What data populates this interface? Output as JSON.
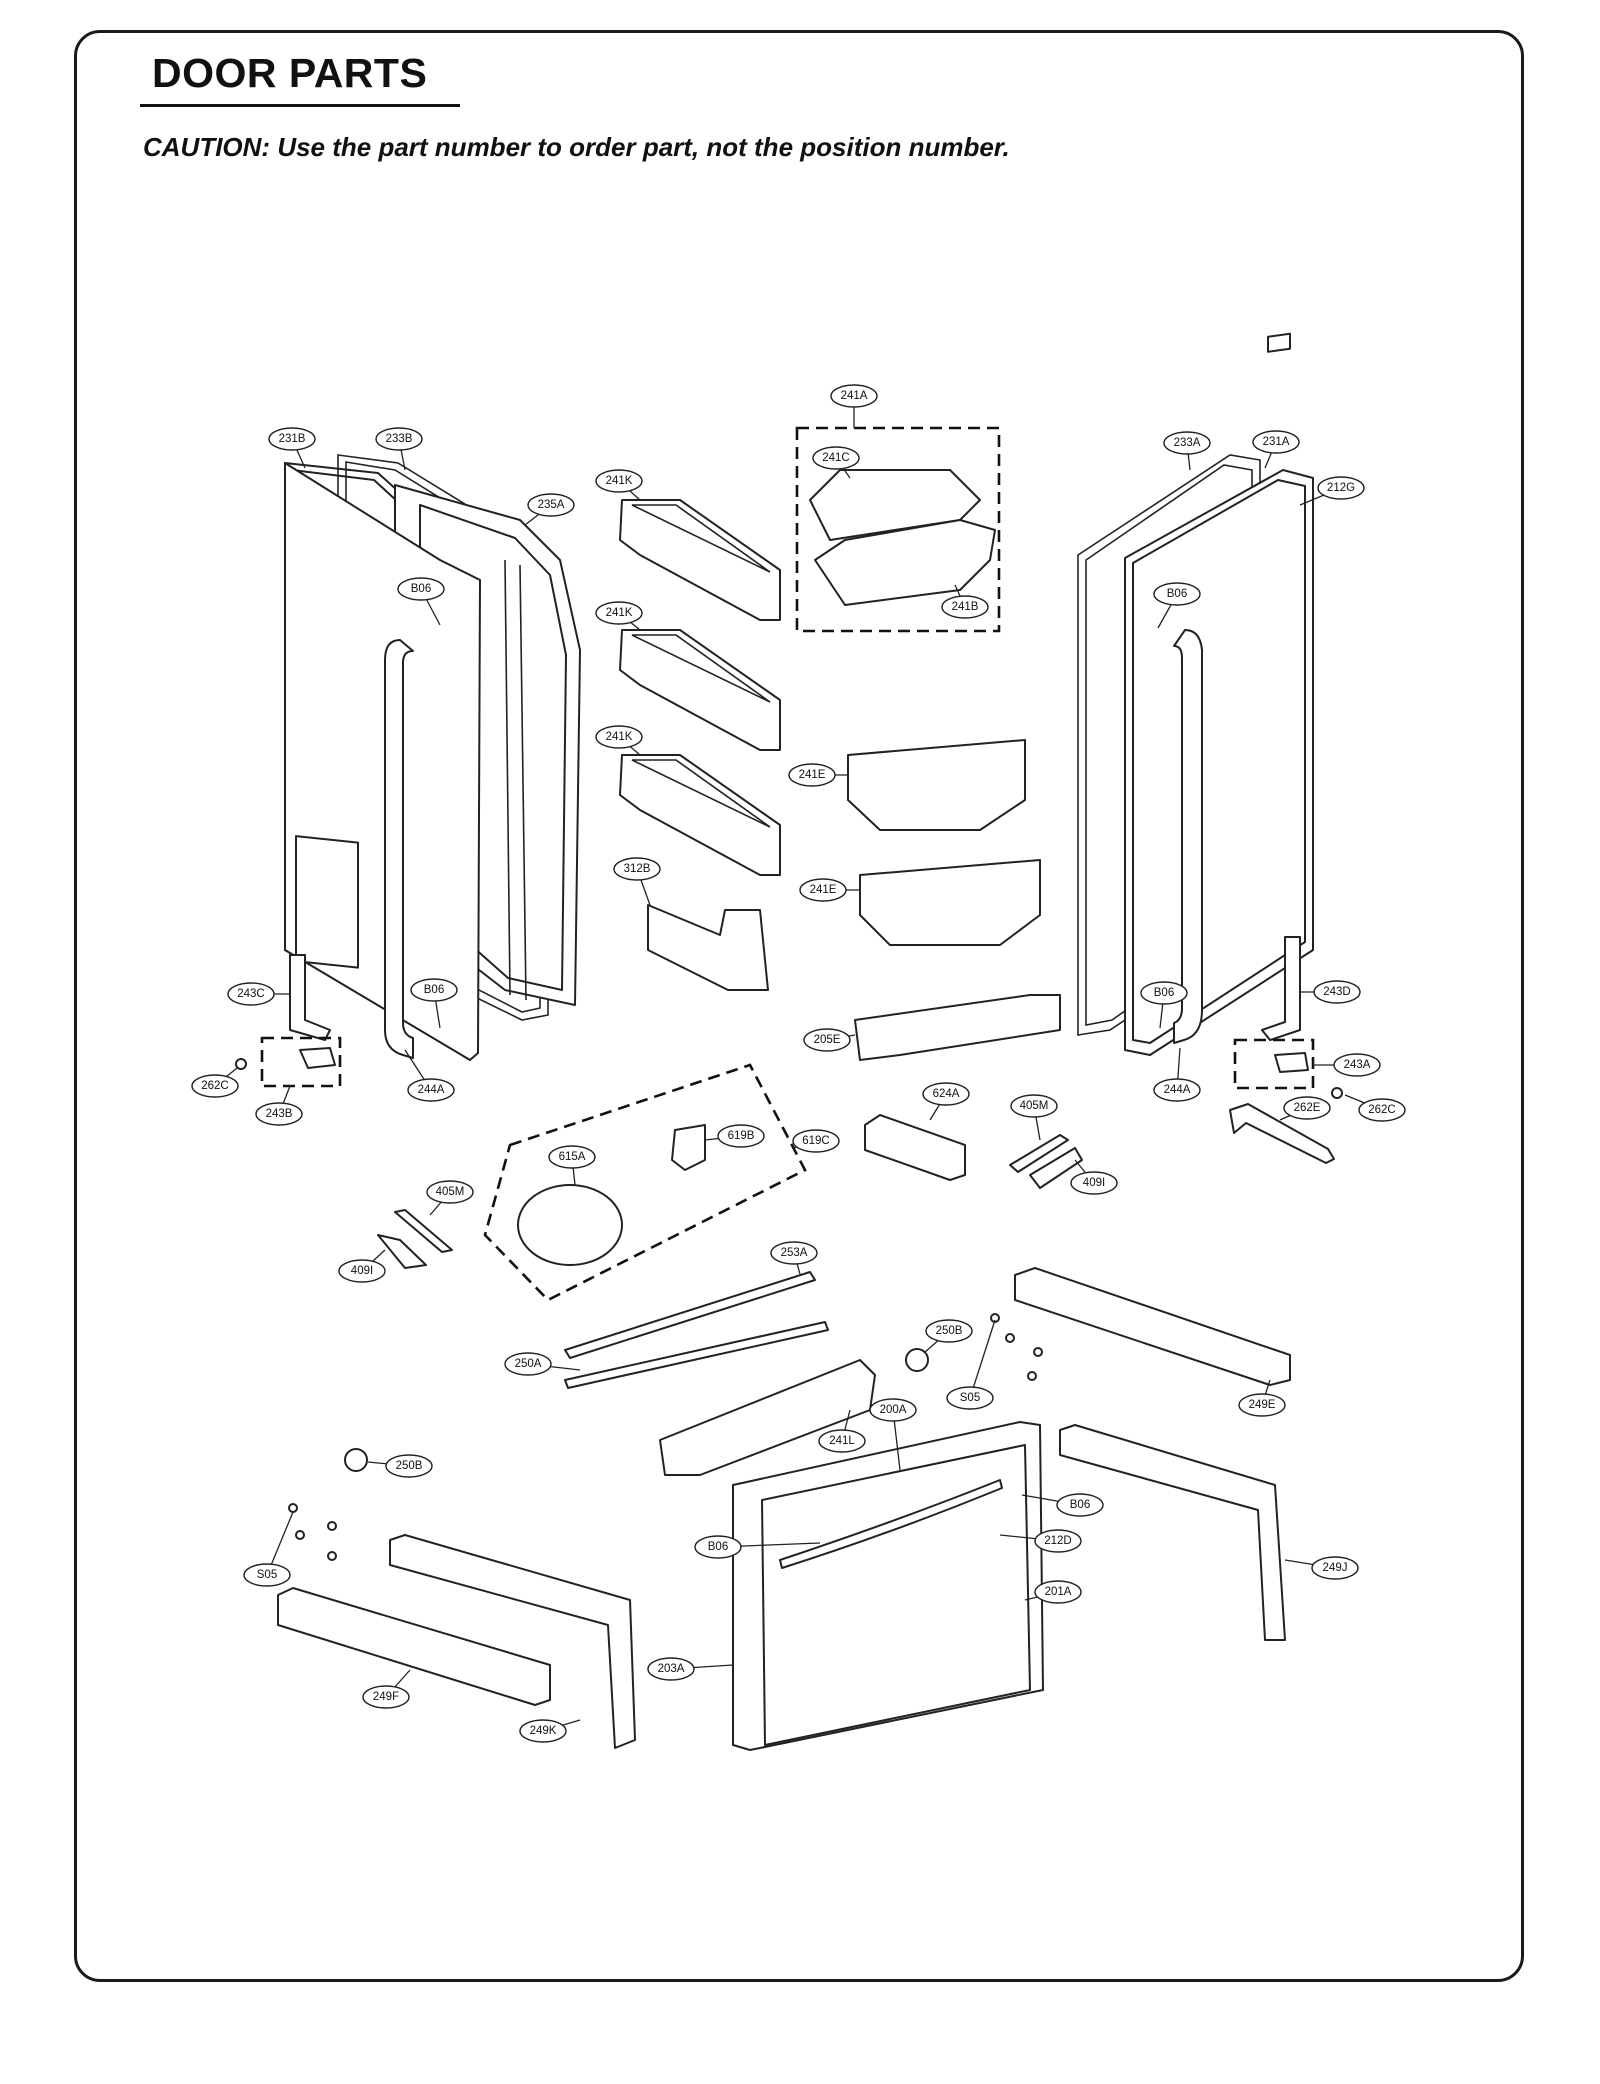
{
  "page": {
    "title": "DOOR PARTS",
    "caution": "CAUTION: Use the part number to order part, not the position number."
  },
  "callouts": [
    {
      "id": "c-241a",
      "label": "241A"
    },
    {
      "id": "c-241c",
      "label": "241C"
    },
    {
      "id": "c-241b",
      "label": "241B"
    },
    {
      "id": "c-231b",
      "label": "231B"
    },
    {
      "id": "c-233b",
      "label": "233B"
    },
    {
      "id": "c-235a",
      "label": "235A"
    },
    {
      "id": "c-241k-1",
      "label": "241K"
    },
    {
      "id": "c-241k-2",
      "label": "241K"
    },
    {
      "id": "c-241k-3",
      "label": "241K"
    },
    {
      "id": "c-b06-1",
      "label": "B06"
    },
    {
      "id": "c-b06-2",
      "label": "B06"
    },
    {
      "id": "c-b06-3",
      "label": "B06"
    },
    {
      "id": "c-b06-4",
      "label": "B06"
    },
    {
      "id": "c-b06-5",
      "label": "B06"
    },
    {
      "id": "c-b06-6",
      "label": "B06"
    },
    {
      "id": "c-233a",
      "label": "233A"
    },
    {
      "id": "c-231a",
      "label": "231A"
    },
    {
      "id": "c-212g",
      "label": "212G"
    },
    {
      "id": "c-241e-1",
      "label": "241E"
    },
    {
      "id": "c-241e-2",
      "label": "241E"
    },
    {
      "id": "c-312b",
      "label": "312B"
    },
    {
      "id": "c-205e",
      "label": "205E"
    },
    {
      "id": "c-243c",
      "label": "243C"
    },
    {
      "id": "c-243b",
      "label": "243B"
    },
    {
      "id": "c-262c-1",
      "label": "262C"
    },
    {
      "id": "c-244a-1",
      "label": "244A"
    },
    {
      "id": "c-244a-2",
      "label": "244A"
    },
    {
      "id": "c-243d",
      "label": "243D"
    },
    {
      "id": "c-243a",
      "label": "243A"
    },
    {
      "id": "c-262e",
      "label": "262E"
    },
    {
      "id": "c-262c-2",
      "label": "262C"
    },
    {
      "id": "c-624a",
      "label": "624A"
    },
    {
      "id": "c-405m-1",
      "label": "405M"
    },
    {
      "id": "c-405m-2",
      "label": "405M"
    },
    {
      "id": "c-409i-1",
      "label": "409I"
    },
    {
      "id": "c-409i-2",
      "label": "409I"
    },
    {
      "id": "c-615a",
      "label": "615A"
    },
    {
      "id": "c-619b",
      "label": "619B"
    },
    {
      "id": "c-619c",
      "label": "619C"
    },
    {
      "id": "c-253a",
      "label": "253A"
    },
    {
      "id": "c-250a",
      "label": "250A"
    },
    {
      "id": "c-250b-1",
      "label": "250B"
    },
    {
      "id": "c-250b-2",
      "label": "250B"
    },
    {
      "id": "c-s05-1",
      "label": "S05"
    },
    {
      "id": "c-s05-2",
      "label": "S05"
    },
    {
      "id": "c-249e",
      "label": "249E"
    },
    {
      "id": "c-200a",
      "label": "200A"
    },
    {
      "id": "c-241l",
      "label": "241L"
    },
    {
      "id": "c-212d",
      "label": "212D"
    },
    {
      "id": "c-201a",
      "label": "201A"
    },
    {
      "id": "c-203a",
      "label": "203A"
    },
    {
      "id": "c-249j",
      "label": "249J"
    },
    {
      "id": "c-249f",
      "label": "249F"
    },
    {
      "id": "c-249k",
      "label": "249K"
    }
  ]
}
